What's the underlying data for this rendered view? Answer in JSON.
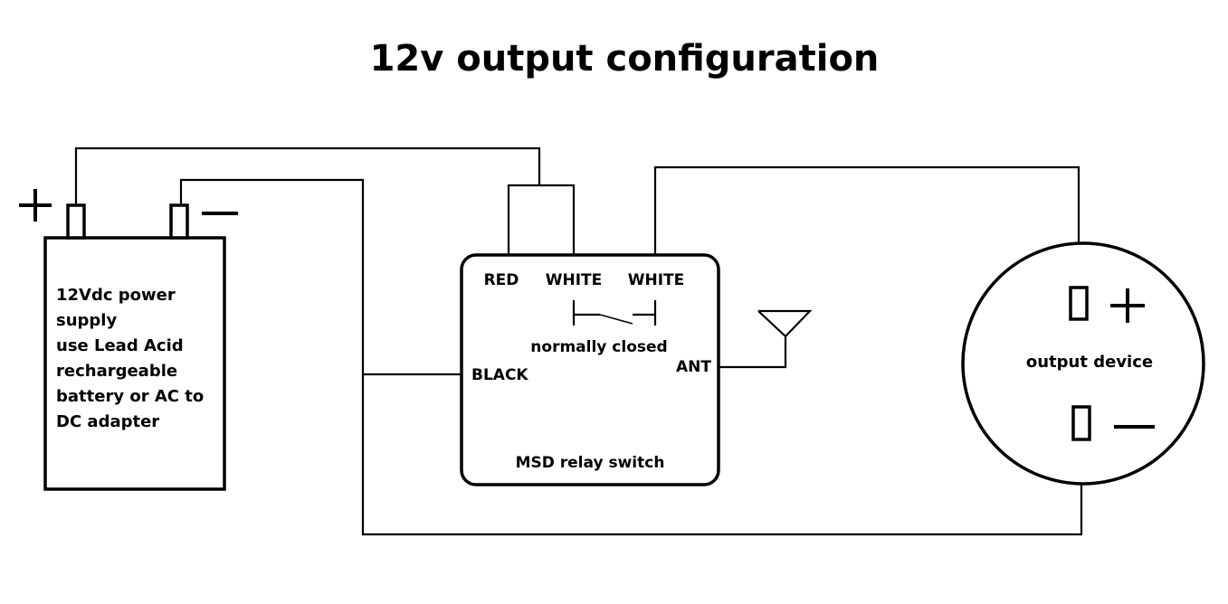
{
  "title": "12v output configuration",
  "power_supply": {
    "lines": [
      "12Vdc power",
      "supply",
      "use Lead Acid",
      "rechargeable",
      "battery or AC to",
      "DC adapter"
    ],
    "plus_symbol": "+",
    "minus_symbol": "−"
  },
  "relay": {
    "label": "MSD relay switch",
    "terminal_red": "RED",
    "terminal_white_1": "WHITE",
    "terminal_white_2": "WHITE",
    "terminal_black": "BLACK",
    "terminal_ant": "ANT",
    "switch_state": "normally closed"
  },
  "output_device": {
    "label": "output device",
    "plus_symbol": "+",
    "minus_symbol": "−"
  },
  "colors": {
    "ink": "#000000",
    "background": "#ffffff"
  }
}
